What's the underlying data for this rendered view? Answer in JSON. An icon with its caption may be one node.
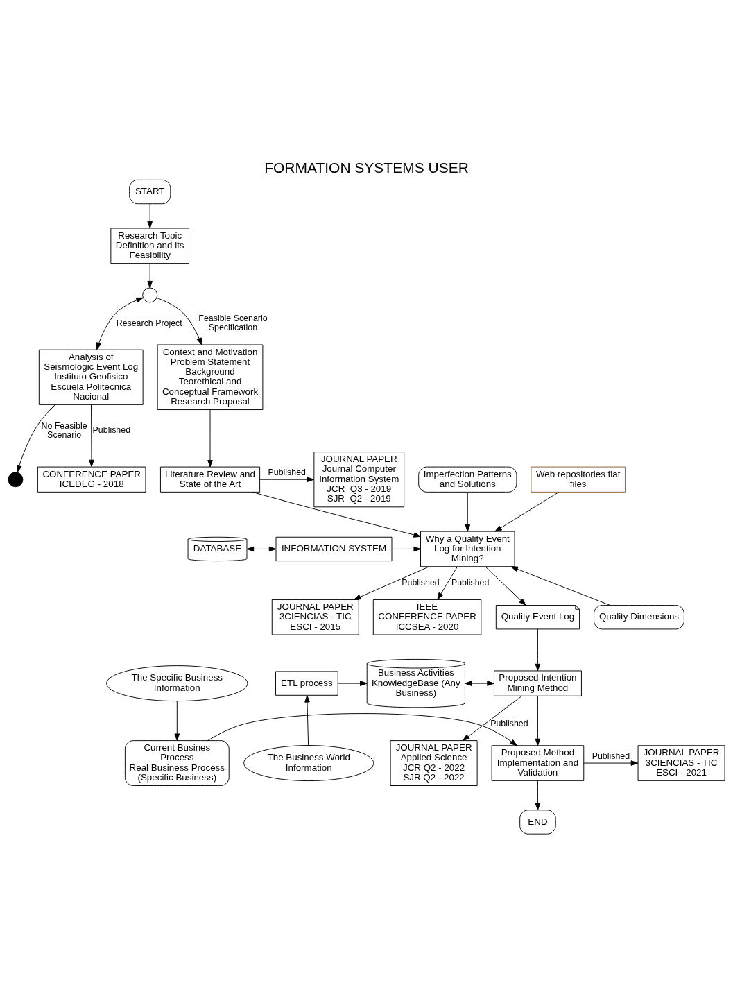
{
  "diagram": {
    "title": "FORMATION SYSTEMS USER",
    "nodes": [
      {
        "text": [
          "START"
        ]
      },
      {
        "text": [
          "Research Topic Definition and its Feasibility"
        ]
      },
      {
        "text": [],
        "shape": "circle"
      },
      {
        "text": [
          "Analysis of Seismologic Event Log Instituto Geofisico Escuela Politecnica Nacional"
        ]
      },
      {
        "text": [
          "Context and Motivation",
          "Problem Statement",
          "Background",
          "Teorethical and Conceptual Framework",
          "Research Proposal"
        ]
      },
      {
        "text": [
          "JOURNAL PAPER",
          "Journal Computer Information System",
          "JCR  Q3 - 2019",
          "SJR  Q2 - 2019"
        ]
      },
      {
        "text": [
          "CONFERENCE PAPER",
          "ICEDEG - 2018"
        ]
      },
      {
        "text": [],
        "shape": "circle"
      },
      {
        "text": [
          "Literature Review and State of the Art"
        ]
      },
      {
        "text": [
          "Imperfection Patterns and Solutions"
        ]
      },
      {
        "text": [
          "Web repositories flat files"
        ]
      },
      {
        "text": [
          "DATABASE"
        ]
      },
      {
        "text": [
          "INFORMATION SYSTEM"
        ]
      },
      {
        "text": [
          "Why a Quality Event Log for Intention Mining?"
        ]
      },
      {
        "text": [
          "JOURNAL PAPER",
          "3CIENCIAS - TIC",
          "ESCI - 2015"
        ]
      },
      {
        "text": [
          "Quality Dimensions"
        ]
      },
      {
        "text": [
          "IEEE",
          "CONFERENCE PAPER",
          "ICCSEA - 2020"
        ]
      },
      {
        "text": [
          "Quality Event Log"
        ]
      },
      {
        "text": [
          "JOURNAL PAPER",
          "Applied Science",
          "JCR Q2 - 2022",
          "SJR Q2 - 2022"
        ]
      },
      {
        "text": [
          "The Business World Information"
        ]
      },
      {
        "text": [
          "ETL process"
        ]
      },
      {
        "text": [
          "Business Activities KnowledgeBase (Any Business)"
        ]
      },
      {
        "text": [
          "Proposed Intention Mining Method"
        ]
      },
      {
        "text": [
          "The Specific Business Information"
        ]
      },
      {
        "text": [
          "Proposed Method Implementation and Validation"
        ]
      },
      {
        "text": [
          "Current Busines Process",
          "Real Business Process",
          "(Specific Business)"
        ]
      },
      {
        "text": [
          "JOURNAL PAPER",
          "3CIENCIAS - TIC",
          "ESCI - 2021"
        ]
      },
      {
        "text": [
          "END"
        ]
      }
    ],
    "edges": [
      {
        "from": 0,
        "to": 1,
        "arrow": "to"
      },
      {
        "from": 1,
        "to": 2,
        "arrow": "to"
      },
      {
        "from": 2,
        "to": 3,
        "arrow": "both",
        "label": "Research Project"
      },
      {
        "from": 2,
        "to": 4,
        "arrow": "to",
        "label": "Feasible Scenario Specification"
      },
      {
        "from": 3,
        "to": 6,
        "arrow": "to",
        "label": "Published"
      },
      {
        "from": 3,
        "to": 7,
        "arrow": "to",
        "label": "No Feasible Scenario"
      },
      {
        "from": 4,
        "to": 8,
        "arrow": "to"
      },
      {
        "from": 8,
        "to": 5,
        "arrow": "to",
        "label": "Published"
      },
      {
        "from": 8,
        "to": 13,
        "arrow": "to"
      },
      {
        "from": 10,
        "to": 13,
        "arrow": "to"
      },
      {
        "from": 9,
        "to": 13,
        "arrow": "to"
      },
      {
        "from": 11,
        "to": 12,
        "arrow": "both"
      },
      {
        "from": 12,
        "to": 13,
        "arrow": "to"
      },
      {
        "from": 13,
        "to": 14,
        "arrow": "to",
        "label": "Published"
      },
      {
        "from": 15,
        "to": 13,
        "arrow": "to"
      },
      {
        "from": 13,
        "to": 16,
        "arrow": "to",
        "label": "Published"
      },
      {
        "from": 13,
        "to": 17,
        "arrow": "to"
      },
      {
        "from": 17,
        "to": 22,
        "arrow": "to"
      },
      {
        "from": 19,
        "to": 20,
        "arrow": "to"
      },
      {
        "from": 20,
        "to": 21,
        "arrow": "to"
      },
      {
        "from": 21,
        "to": 22,
        "arrow": "both"
      },
      {
        "from": 22,
        "to": 18,
        "arrow": "to",
        "label": "Published"
      },
      {
        "from": 22,
        "to": 24,
        "arrow": "to"
      },
      {
        "from": 23,
        "to": 25,
        "arrow": "to"
      },
      {
        "from": 25,
        "to": 24,
        "arrow": "to"
      },
      {
        "from": 24,
        "to": 26,
        "arrow": "to",
        "label": "Published"
      },
      {
        "from": 24,
        "to": 27,
        "arrow": "to"
      }
    ]
  }
}
